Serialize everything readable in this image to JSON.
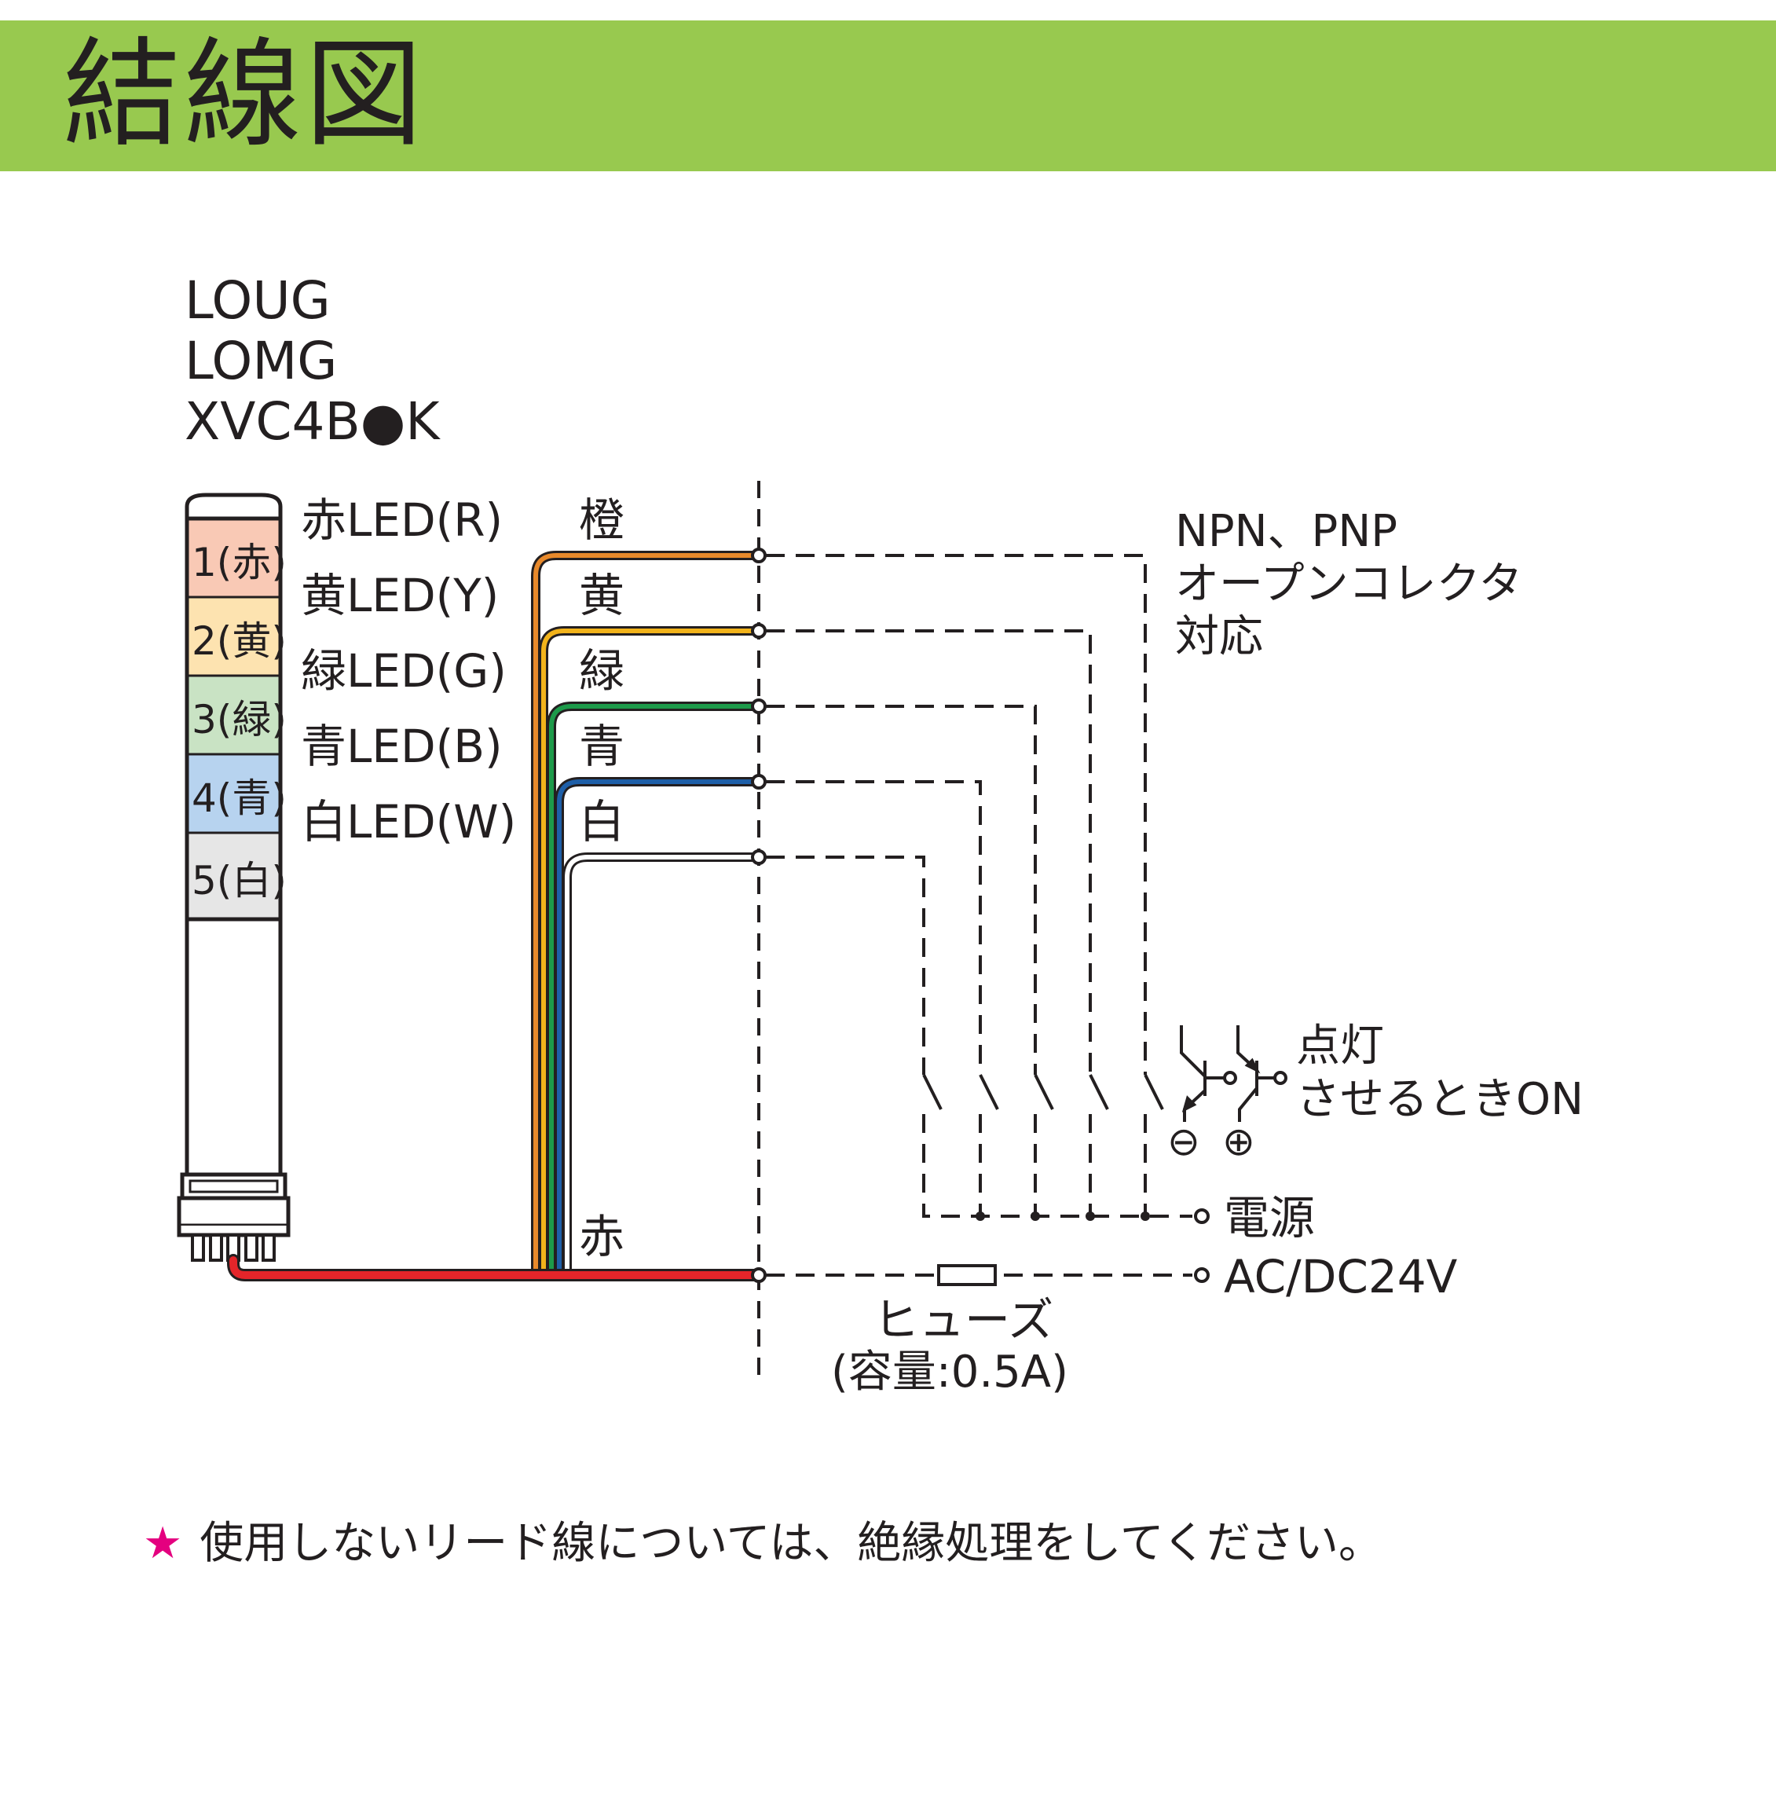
{
  "title": "結線図",
  "models": [
    "LOUG",
    "LOMG",
    "XVC4B●K"
  ],
  "tiers": [
    {
      "label": "1(赤)",
      "color": "#f9c9b5"
    },
    {
      "label": "2(黄)",
      "color": "#fde3b0"
    },
    {
      "label": "3(緑)",
      "color": "#c9e3c4"
    },
    {
      "label": "4(青)",
      "color": "#b7d3ef"
    },
    {
      "label": "5(白)",
      "color": "#e6e6e6"
    }
  ],
  "led_labels": [
    "赤LED(R)",
    "黄LED(Y)",
    "緑LED(G)",
    "青LED(B)",
    "白LED(W)"
  ],
  "wires": [
    {
      "label": "橙",
      "color": "#e8892b"
    },
    {
      "label": "黄",
      "color": "#f2b31b"
    },
    {
      "label": "緑",
      "color": "#1d9a4a"
    },
    {
      "label": "青",
      "color": "#1e5fa8"
    },
    {
      "label": "白",
      "color": "#ffffff"
    },
    {
      "label": "赤",
      "color": "#e4252a"
    }
  ],
  "open_collector_note": [
    "NPN、PNP",
    "オープンコレクタ",
    "対応"
  ],
  "lighting_note": [
    "点灯",
    "させるときON"
  ],
  "minus_symbol": "⊖",
  "plus_symbol": "⊕",
  "power_label": "電源",
  "power_spec": "AC/DC24V",
  "fuse_label": "ヒューズ",
  "fuse_capacity": "(容量:0.5A)",
  "footnote_mark": "★",
  "footnote": "使用しないリード線については、絶縁処理をしてください。",
  "colors": {
    "banner": "#98c94f",
    "star": "#e4007f",
    "line": "#231f20"
  }
}
